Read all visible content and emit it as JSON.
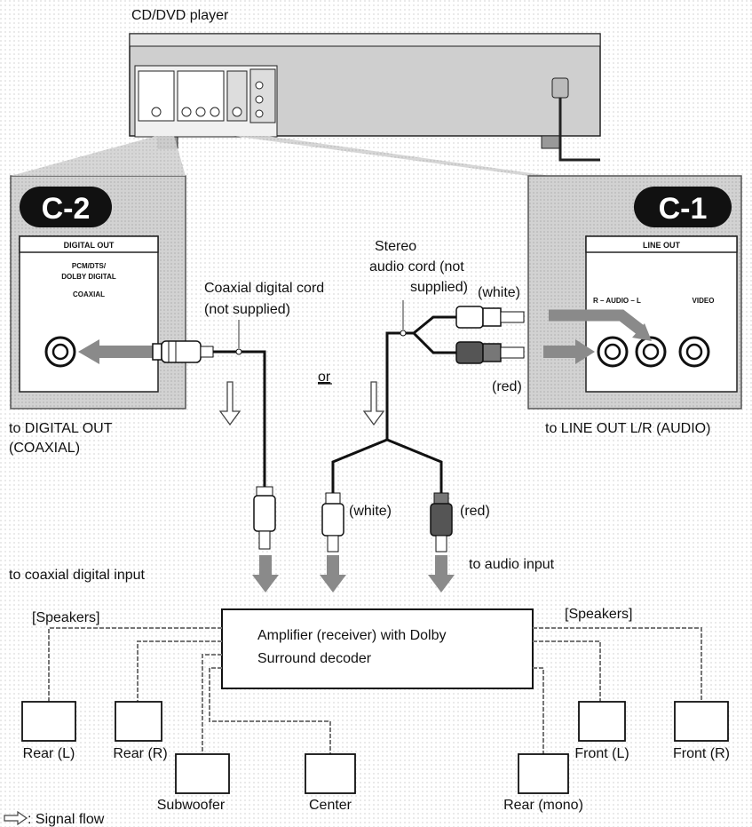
{
  "player": {
    "title": "CD/DVD player"
  },
  "badges": {
    "c2": "C-2",
    "c1": "C-1"
  },
  "digital_panel": {
    "header": "DIGITAL OUT",
    "lines": [
      "PCM/DTS/",
      "DOLBY DIGITAL",
      "COAXIAL"
    ]
  },
  "line_panel": {
    "header": "LINE OUT",
    "audio_label": "R – AUDIO – L",
    "video_label": "VIDEO"
  },
  "labels": {
    "coaxial_cord": [
      "Coaxial digital cord",
      "(not supplied)"
    ],
    "stereo_cord": [
      "Stereo",
      "audio cord (not",
      "supplied)"
    ],
    "white_top": "(white)",
    "red_top": "(red)",
    "or": "or",
    "to_digital_out": [
      "to DIGITAL OUT",
      "(COAXIAL)"
    ],
    "to_line_out": "to LINE OUT L/R (AUDIO)",
    "white_bottom": "(white)",
    "red_bottom": "(red)",
    "to_coaxial_input": "to coaxial digital input",
    "to_audio_input": "to audio input",
    "speakers_left": "[Speakers]",
    "speakers_right": "[Speakers]"
  },
  "amplifier": {
    "lines": [
      "Amplifier (receiver) with Dolby",
      "Surround decoder"
    ]
  },
  "speakers": {
    "rear_l": "Rear (L)",
    "rear_r": "Rear (R)",
    "subwoofer": "Subwoofer",
    "center": "Center",
    "rear_mono": "Rear (mono)",
    "front_l": "Front (L)",
    "front_r": "Front (R)"
  },
  "legend": {
    "signal_flow": ": Signal flow"
  },
  "colors": {
    "panel_gray": "#c9c9c9",
    "arrow_gray": "#8a8a8a",
    "badge_black": "#111111",
    "dotted_wire": "#777777"
  }
}
